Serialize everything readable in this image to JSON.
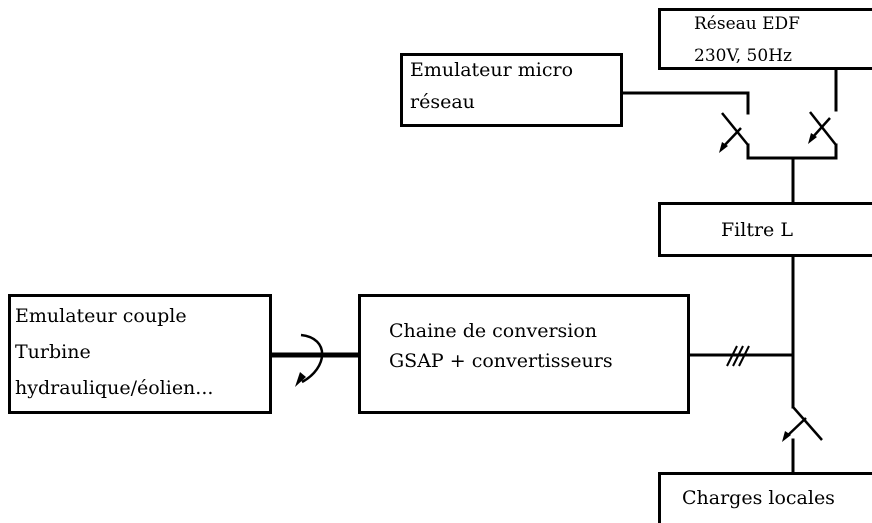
{
  "diagram": {
    "blocks": {
      "grid": {
        "line1": "Réseau EDF",
        "line2": "230V, 50Hz"
      },
      "micro_grid": {
        "line1": "Emulateur micro",
        "line2": "réseau"
      },
      "filter": {
        "label": "Filtre L"
      },
      "turbine": {
        "line1": "Emulateur couple",
        "line2": "Turbine",
        "line3": "hydraulique/éolien..."
      },
      "conversion": {
        "line1": "Chaine de conversion",
        "line2": "GSAP + convertisseurs"
      },
      "loads": {
        "label": "Charges locales"
      }
    }
  }
}
